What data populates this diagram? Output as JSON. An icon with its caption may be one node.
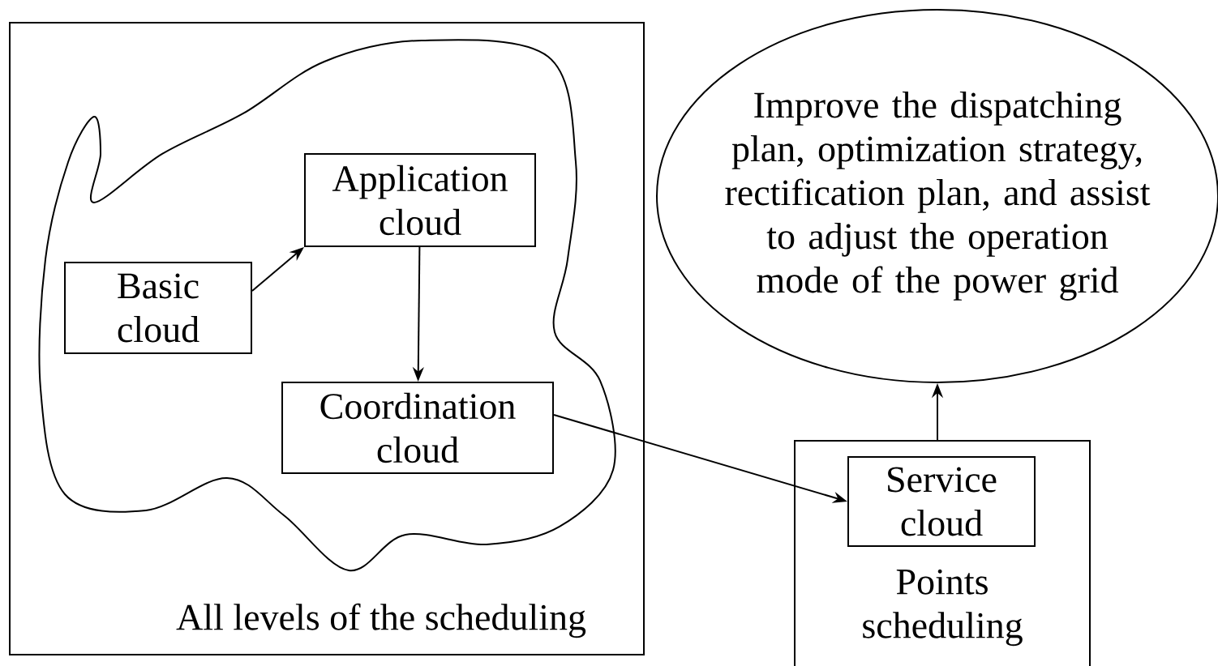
{
  "diagram": {
    "nodes": [
      {
        "text": [
          "All levels of the scheduling"
        ]
      },
      {
        "text": [],
        "shape": "cloud",
        "in": 0
      },
      {
        "text": [
          "Basic cloud"
        ],
        "in": 1
      },
      {
        "text": [
          "Application cloud"
        ],
        "in": 1
      },
      {
        "text": [
          "Coordination cloud"
        ],
        "in": 1
      },
      {
        "text": [
          "Improve the dispatching plan, optimization strategy, rectification plan, and assist to adjust the operation mode of the power grid"
        ]
      },
      {
        "text": [
          "Points scheduling"
        ]
      },
      {
        "text": [
          "Service cloud"
        ],
        "in": 6
      }
    ],
    "edges": [
      {
        "from": 2,
        "to": 3,
        "arrow": "to"
      },
      {
        "from": 3,
        "to": 4,
        "arrow": "to"
      },
      {
        "from": 4,
        "to": 7,
        "arrow": "to"
      },
      {
        "from": 6,
        "to": 5,
        "arrow": "to"
      }
    ]
  }
}
